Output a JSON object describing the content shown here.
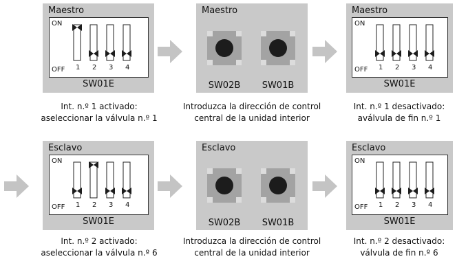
{
  "colors": {
    "panel": "#c9c9c9",
    "arrow": "#c4c4c4",
    "button_base": "#a3a3a3",
    "button_dot": "#1c1c1c",
    "button_corner": "#dcdcdc"
  },
  "row1": {
    "step1": {
      "title": "Maestro",
      "on": "ON",
      "off": "OFF",
      "numbers": [
        "1",
        "2",
        "3",
        "4"
      ],
      "switch_states": [
        "up",
        "down",
        "down",
        "down"
      ],
      "code": "SW01E",
      "caption": [
        "Int. n.º 1 activado:",
        "aseleccionar la válvula n.º 1"
      ]
    },
    "step2": {
      "title": "Maestro",
      "buttons": [
        "SW02B",
        "SW01B"
      ],
      "caption": [
        "Introduzca la dirección de control",
        "central de la unidad interior"
      ]
    },
    "step3": {
      "title": "Maestro",
      "on": "ON",
      "off": "OFF",
      "numbers": [
        "1",
        "2",
        "3",
        "4"
      ],
      "switch_states": [
        "down",
        "down",
        "down",
        "down"
      ],
      "code": "SW01E",
      "caption": [
        "Int. n.º 1 desactivado:",
        "aválvula de fin n.º 1"
      ]
    }
  },
  "row2": {
    "step1": {
      "title": "Esclavo",
      "on": "ON",
      "off": "OFF",
      "numbers": [
        "1",
        "2",
        "3",
        "4"
      ],
      "switch_states": [
        "down",
        "up",
        "down",
        "down"
      ],
      "code": "SW01E",
      "caption": [
        "Int. n.º 2 activado:",
        "aseleccionar la válvula n.º 6"
      ]
    },
    "step2": {
      "title": "Esclavo",
      "buttons": [
        "SW02B",
        "SW01B"
      ],
      "caption": [
        "Introduzca la dirección de control",
        "central de la unidad interior"
      ]
    },
    "step3": {
      "title": "Esclavo",
      "on": "ON",
      "off": "OFF",
      "numbers": [
        "1",
        "2",
        "3",
        "4"
      ],
      "switch_states": [
        "down",
        "down",
        "down",
        "down"
      ],
      "code": "SW01E",
      "caption": [
        "Int. n.º 2 desactivado:",
        "válvula de fin n.º 6"
      ]
    }
  }
}
